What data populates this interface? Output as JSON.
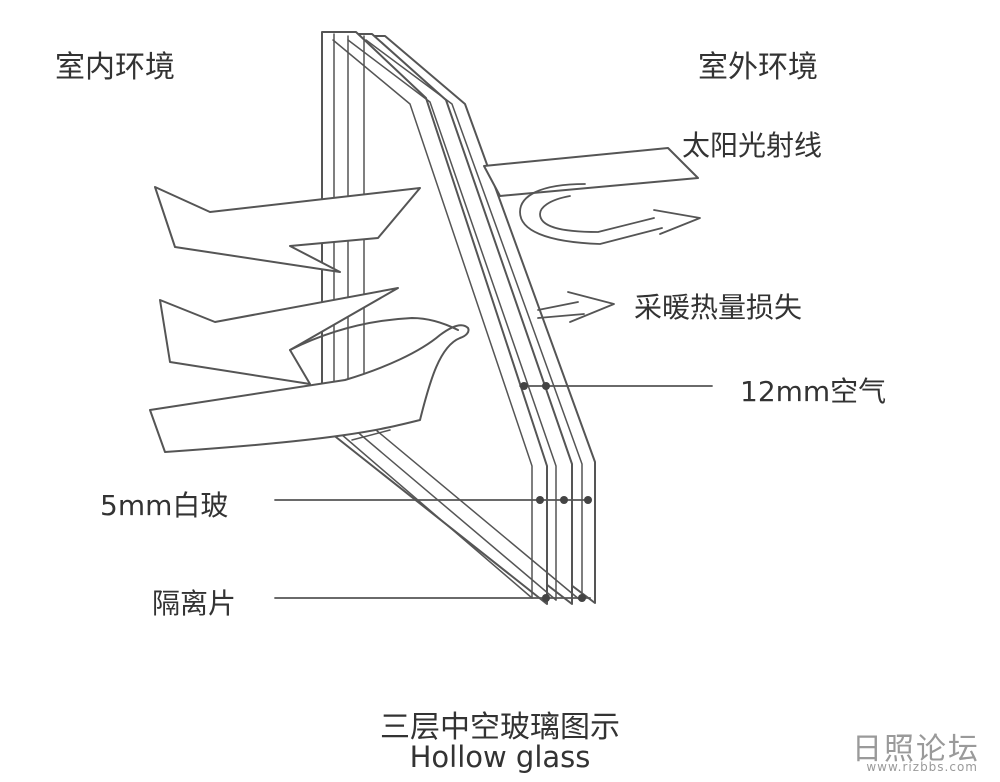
{
  "labels": {
    "indoor": "室内环境",
    "outdoor": "室外环境",
    "sunlight": "太阳光射线",
    "heat_loss": "采暖热量损失",
    "air_gap": "12mm空气",
    "glass": "5mm白玻",
    "spacer": "隔离片"
  },
  "caption": {
    "chinese": "三层中空玻璃图示",
    "english": "Hollow glass"
  },
  "watermark": {
    "site": "日照论坛",
    "url": "www.rizbbs.com"
  },
  "colors": {
    "line": "#555555",
    "fill": "#ffffff",
    "text": "#333333",
    "dot": "#444444"
  }
}
